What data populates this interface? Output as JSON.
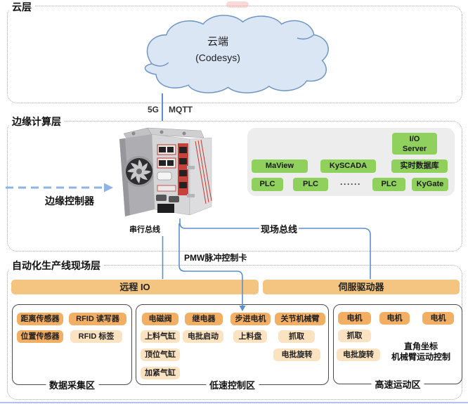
{
  "cloud_layer": {
    "label": "云层",
    "cloud": {
      "title": "云端",
      "subtitle": "(Codesys)"
    }
  },
  "uplink": {
    "left_label": "5G",
    "right_label": "MQTT"
  },
  "edge_layer": {
    "label": "边缘计算层",
    "controller_label": "边缘控制器",
    "software_panel": {
      "io_server": {
        "line1": "I/O",
        "line2": "Server"
      },
      "apps": [
        {
          "label": "MaView"
        },
        {
          "label": "KySCADA"
        },
        {
          "label": "实时数据库"
        }
      ],
      "runtime_row": [
        {
          "label": "PLC"
        },
        {
          "label": "PLC"
        },
        {
          "label": "······"
        },
        {
          "label": "PLC"
        },
        {
          "label": "KyGate"
        }
      ]
    }
  },
  "buses": {
    "serial_bus": "串行总线",
    "field_bus": "现场总线",
    "pmw_card": "PMW脉冲控制卡"
  },
  "field_layer": {
    "label": "自动化生产线现场层",
    "banners": [
      {
        "label": "远程 IO"
      },
      {
        "label": "伺服驱动器"
      }
    ],
    "zones": [
      {
        "name": "数据采集区",
        "chips": [
          {
            "label": "距离传感器"
          },
          {
            "label": "RFID 读写器"
          },
          {
            "label": "位置传感器"
          },
          {
            "label": "RFID 标签"
          }
        ]
      },
      {
        "name": "低速控制区",
        "chips": [
          {
            "label": "电磁阀"
          },
          {
            "label": "继电器"
          },
          {
            "label": "步进电机"
          },
          {
            "label": "关节机械臂"
          },
          {
            "label": "上料气缸"
          },
          {
            "label": "电批启动"
          },
          {
            "label": "上料盘"
          },
          {
            "label": "抓取"
          },
          {
            "label": "顶位气缸"
          },
          {
            "label": "电批旋转"
          },
          {
            "label": "加紧气缸"
          }
        ]
      },
      {
        "name": "高速运动区",
        "chips": [
          {
            "label": "电机"
          },
          {
            "label": "电机"
          },
          {
            "label": "电机"
          },
          {
            "label": "抓取"
          },
          {
            "label": "电批旋转"
          }
        ],
        "note": {
          "line1": "直角坐标",
          "line2": "机械臂运动控制"
        }
      }
    ]
  },
  "colors": {
    "connector_blue": "#5b8fd0",
    "dashed_arrow_blue": "#8fb4e3",
    "green_box": "#90d05c",
    "banner_orange": "#f4c581",
    "chip_dark": "#f2ae63",
    "chip_light": "#fbe3c1",
    "cloud_fill": "#dbe6f4",
    "cloud_stroke": "#6f97c4"
  }
}
